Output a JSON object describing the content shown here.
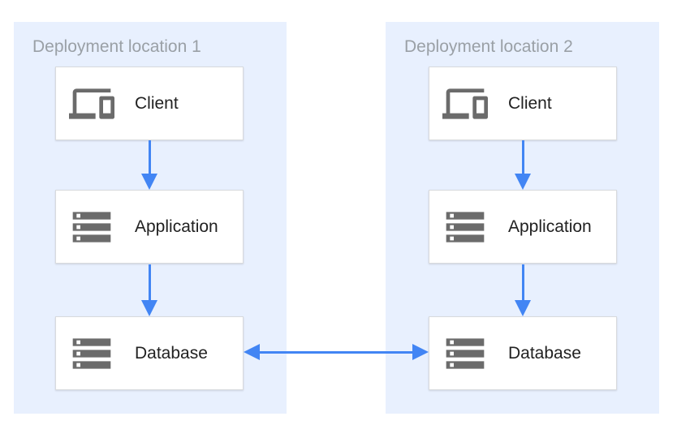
{
  "diagram": {
    "type": "architecture-diagram",
    "locations": [
      {
        "title": "Deployment location 1",
        "nodes": [
          {
            "label": "Client",
            "icon": "devices-icon"
          },
          {
            "label": "Application",
            "icon": "storage-icon"
          },
          {
            "label": "Database",
            "icon": "storage-icon"
          }
        ]
      },
      {
        "title": "Deployment location 2",
        "nodes": [
          {
            "label": "Client",
            "icon": "devices-icon"
          },
          {
            "label": "Application",
            "icon": "storage-icon"
          },
          {
            "label": "Database",
            "icon": "storage-icon"
          }
        ]
      }
    ],
    "connections": [
      {
        "from": "Client (location 1)",
        "to": "Application (location 1)",
        "direction": "down"
      },
      {
        "from": "Application (location 1)",
        "to": "Database (location 1)",
        "direction": "down"
      },
      {
        "from": "Client (location 2)",
        "to": "Application (location 2)",
        "direction": "down"
      },
      {
        "from": "Application (location 2)",
        "to": "Database (location 2)",
        "direction": "down"
      },
      {
        "from": "Database (location 1)",
        "to": "Database (location 2)",
        "direction": "bidirectional"
      }
    ],
    "colors": {
      "canvas_bg": "#FFFFFF",
      "panel_bg": "#E8F0FE",
      "box_bg": "#FFFFFF",
      "box_border": "#D8DADD",
      "arrow": "#4285F4",
      "icon": "#6B6B6B",
      "title_text": "#9AA0A6",
      "label_text": "#212121"
    }
  }
}
